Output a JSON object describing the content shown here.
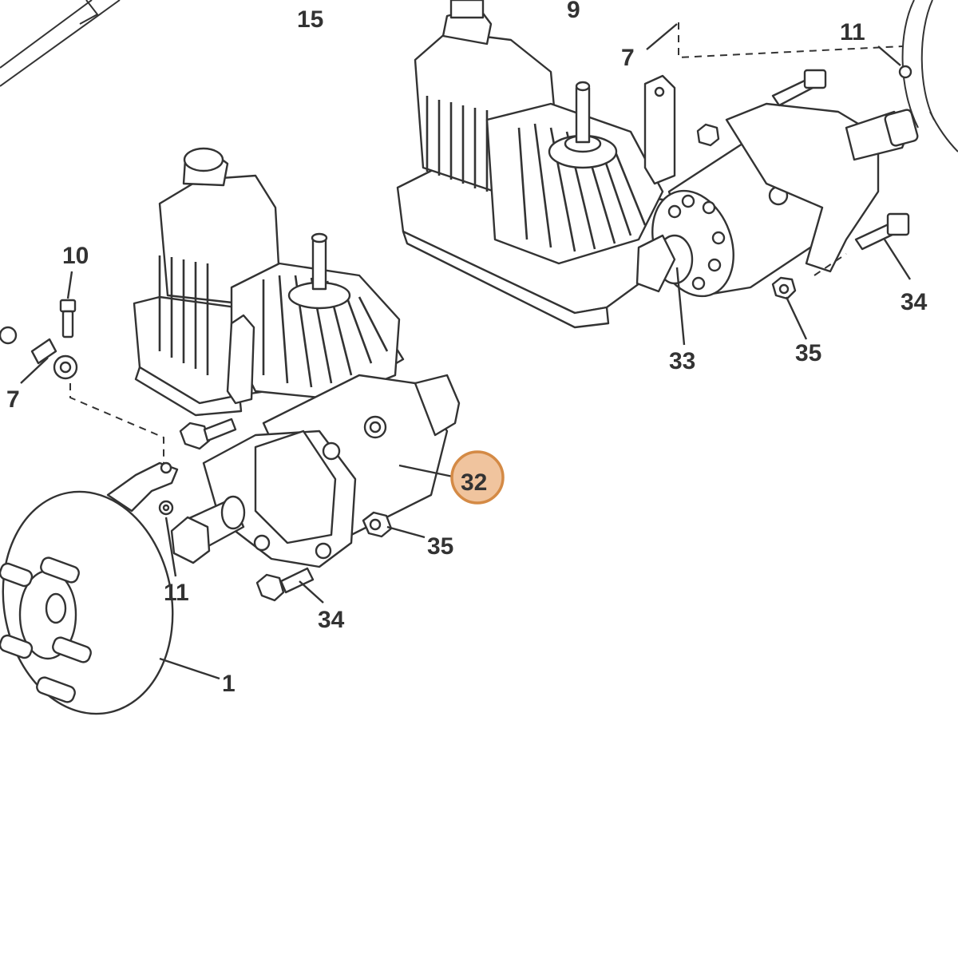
{
  "diagram": {
    "callouts": [
      {
        "id": "c15",
        "label": "15"
      },
      {
        "id": "c9",
        "label": "9"
      },
      {
        "id": "c7a",
        "label": "7"
      },
      {
        "id": "c11a",
        "label": "11"
      },
      {
        "id": "c34a",
        "label": "34"
      },
      {
        "id": "c33",
        "label": "33"
      },
      {
        "id": "c35a",
        "label": "35"
      },
      {
        "id": "c10",
        "label": "10"
      },
      {
        "id": "c7b",
        "label": "7"
      },
      {
        "id": "c32",
        "label": "32"
      },
      {
        "id": "c35b",
        "label": "35"
      },
      {
        "id": "c11b",
        "label": "11"
      },
      {
        "id": "c34b",
        "label": "34"
      },
      {
        "id": "c1",
        "label": "1"
      }
    ],
    "highlight": {
      "label": "32",
      "fill": "#f0c49e",
      "stroke": "#d48a45"
    }
  }
}
